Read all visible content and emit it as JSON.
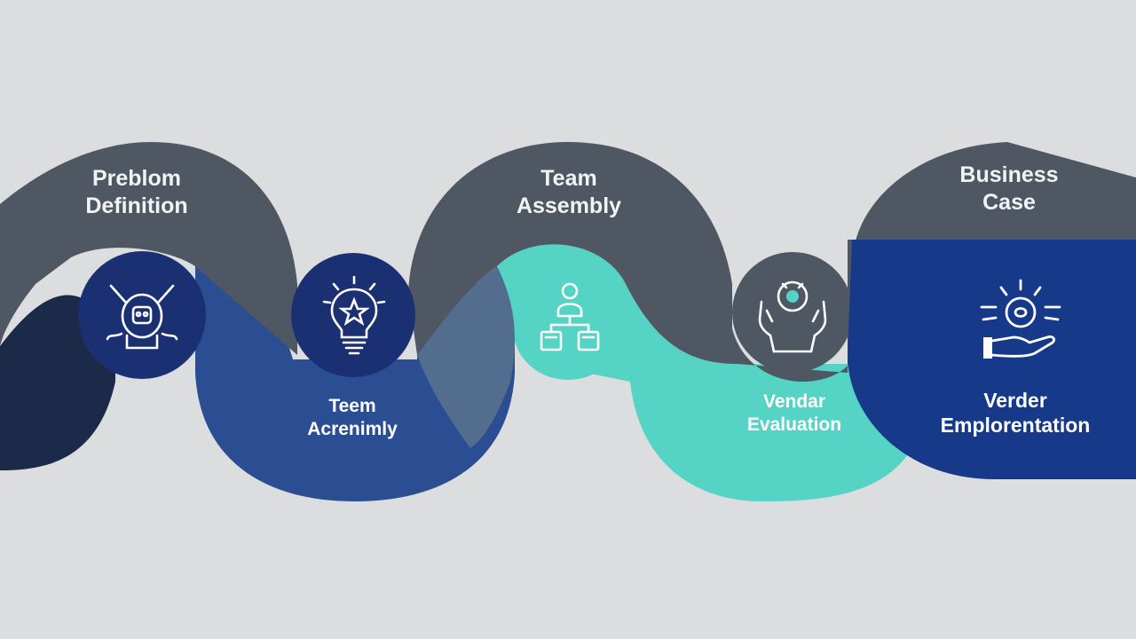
{
  "colors": {
    "background": "#dcdddf",
    "gray": "#4f5862",
    "navy": "#1b2f73",
    "dark_navy": "#1c2a4a",
    "blue": "#2b4e93",
    "teal": "#55d4c6",
    "slate": "#536d8f",
    "bright_navy": "#17398a"
  },
  "stages": [
    {
      "line1": "Preblom",
      "line2": "Definition",
      "icon": "target-robot-icon"
    },
    {
      "line1": "Team",
      "line2": "Assembly",
      "icon": "hierarchy-team-icon"
    },
    {
      "line1": "Business",
      "line2": "Case",
      "icon": "hand-lightbulb-icon"
    },
    {
      "line1": "Teem",
      "line2": "Acrenimly",
      "icon": "star-lightbulb-icon"
    },
    {
      "line1": "Vendar",
      "line2": "Evaluation",
      "icon": "hands-sensor-icon"
    },
    {
      "line1": "Verder",
      "line2": "Emplorentation",
      "icon": "hand-lightbulb-icon"
    }
  ]
}
